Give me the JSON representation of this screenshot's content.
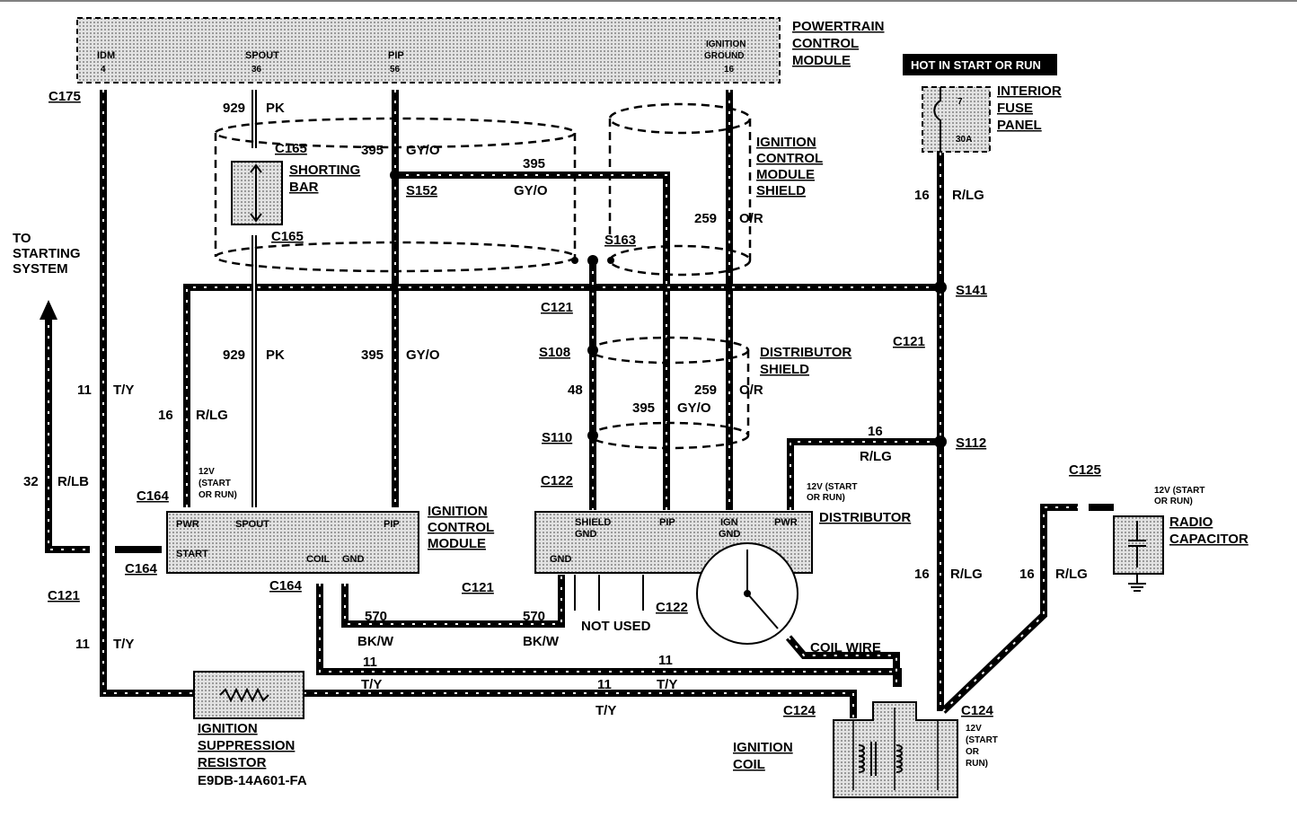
{
  "modules": {
    "pcm": {
      "name_l1": "POWERTRAIN",
      "name_l2": "CONTROL",
      "name_l3": "MODULE",
      "pins": [
        {
          "name": "IDM",
          "num": "4"
        },
        {
          "name": "SPOUT",
          "num": "36"
        },
        {
          "name": "PIP",
          "num": "56"
        },
        {
          "name": "IGNITION",
          "name2": "GROUND",
          "num": "16"
        }
      ]
    },
    "fuse_panel": {
      "header": "HOT IN START OR RUN",
      "name_l1": "INTERIOR",
      "name_l2": "FUSE",
      "name_l3": "PANEL",
      "fuse_num": "7",
      "fuse_rating": "30A"
    },
    "shorting_bar": {
      "name_l1": "SHORTING",
      "name_l2": "BAR"
    },
    "icm_shield": {
      "name_l1": "IGNITION",
      "name_l2": "CONTROL",
      "name_l3": "MODULE",
      "name_l4": "SHIELD"
    },
    "icm": {
      "name_l1": "IGNITION",
      "name_l2": "CONTROL",
      "name_l3": "MODULE",
      "pwr": "PWR",
      "spout": "SPOUT",
      "pip": "PIP",
      "start": "START",
      "coil": "COIL",
      "gnd": "GND",
      "v12_l1": "12V",
      "v12_l2": "(START",
      "v12_l3": "OR RUN)"
    },
    "distributor": {
      "name": "DISTRIBUTOR",
      "shield_gnd_l1": "SHIELD",
      "shield_gnd_l2": "GND",
      "pip": "PIP",
      "ign_gnd_l1": "IGN",
      "ign_gnd_l2": "GND",
      "pwr": "PWR",
      "gnd": "GND",
      "v12_l1": "12V (START",
      "v12_l2": "OR RUN)"
    },
    "dist_shield": {
      "name_l1": "DISTRIBUTOR",
      "name_l2": "SHIELD"
    },
    "starting": {
      "l1": "TO",
      "l2": "STARTING",
      "l3": "SYSTEM"
    },
    "resistor": {
      "name_l1": "IGNITION",
      "name_l2": "SUPPRESSION",
      "name_l3": "RESISTOR",
      "part": "E9DB-14A601-FA"
    },
    "coil": {
      "name_l1": "IGNITION",
      "name_l2": "COIL",
      "v12_l1": "12V",
      "v12_l2": "(START",
      "v12_l3": "OR",
      "v12_l4": "RUN)"
    },
    "capacitor": {
      "name_l1": "RADIO",
      "name_l2": "CAPACITOR",
      "v12_l1": "12V (START",
      "v12_l2": "OR RUN)"
    },
    "coil_wire": "COIL WIRE",
    "not_used": "NOT USED"
  },
  "connectors": {
    "c175": "C175",
    "c165a": "C165",
    "c165b": "C165",
    "s152": "S152",
    "s163": "S163",
    "c121a": "C121",
    "c121b": "C121",
    "c121c": "C121",
    "c121d": "C121",
    "s108": "S108",
    "s110": "S110",
    "c122a": "C122",
    "c122b": "C122",
    "c164a": "C164",
    "c164b": "C164",
    "c164c": "C164",
    "s141": "S141",
    "s112": "S112",
    "c125": "C125",
    "c124a": "C124",
    "c124b": "C124"
  },
  "wires": {
    "w929a": {
      "num": "929",
      "color": "PK"
    },
    "w395a": {
      "num": "395",
      "color": "GY/O"
    },
    "w395b": {
      "num": "395",
      "color": "GY/O"
    },
    "w259a": {
      "num": "259",
      "color": "O/R"
    },
    "w16a": {
      "num": "16",
      "color": "R/LG"
    },
    "w929b": {
      "num": "929",
      "color": "PK"
    },
    "w395c": {
      "num": "395",
      "color": "GY/O"
    },
    "w11a": {
      "num": "11",
      "color": "T/Y"
    },
    "w16b": {
      "num": "16",
      "color": "R/LG"
    },
    "w32": {
      "num": "32",
      "color": "R/LB"
    },
    "w48": {
      "num": "48"
    },
    "w259b": {
      "num": "259",
      "color": "O/R"
    },
    "w395d": {
      "num": "395",
      "color": "GY/O"
    },
    "w16c": {
      "num": "16",
      "color": "R/LG"
    },
    "w11b": {
      "num": "11",
      "color": "T/Y"
    },
    "w570a": {
      "num": "570",
      "color": "BK/W"
    },
    "w570b": {
      "num": "570",
      "color": "BK/W"
    },
    "w11c": {
      "num": "11",
      "color": "T/Y"
    },
    "w11d": {
      "num": "11",
      "color": "T/Y"
    },
    "w11e": {
      "num": "11",
      "color": "T/Y"
    },
    "w16d": {
      "num": "16",
      "color": "R/LG"
    },
    "w16e": {
      "num": "16",
      "color": "R/LG"
    }
  }
}
